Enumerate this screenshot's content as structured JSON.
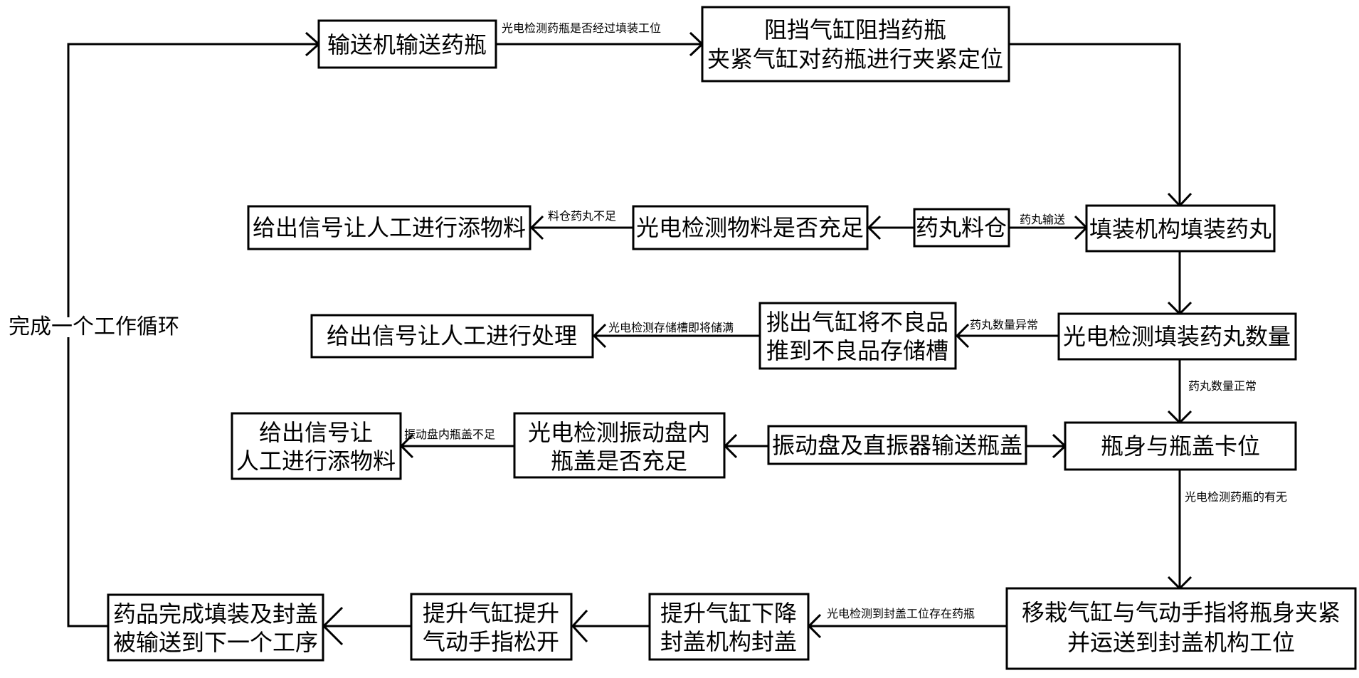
{
  "nodes": {
    "conveyor": [
      "输送机输送药瓶"
    ],
    "clamp": [
      "阻挡气缸阻挡药瓶",
      "夹紧气缸对药瓶进行夹紧定位"
    ],
    "signal_feed": [
      "给出信号让人工进行添物料"
    ],
    "detect_material": [
      "光电检测物料是否充足"
    ],
    "pill_bin": [
      "药丸料仓"
    ],
    "filling": [
      "填装机构填装药丸"
    ],
    "signal_process": [
      "给出信号让人工进行处理"
    ],
    "reject": [
      "挑出气缸将不良品",
      "推到不良品存储槽"
    ],
    "detect_count": [
      "光电检测填装药丸数量"
    ],
    "signal_cap": [
      "给出信号让",
      "人工进行添物料"
    ],
    "detect_cap": [
      "光电检测振动盘内",
      "瓶盖是否充足"
    ],
    "vibrator": [
      "振动盘及直振器输送瓶盖"
    ],
    "cap_position": [
      "瓶身与瓶盖卡位"
    ],
    "finish": [
      "药品完成填装及封盖",
      "被输送到下一个工序"
    ],
    "lift_release": [
      "提升气缸提升",
      "气动手指松开"
    ],
    "lower_seal": [
      "提升气缸下降",
      "封盖机构封盖"
    ],
    "transfer": [
      "移栽气缸与气动手指将瓶身夹紧",
      "并运送到封盖机构工位"
    ]
  },
  "edge_labels": {
    "conveyor_to_clamp": "光电检测药瓶是否经过填装工位",
    "bin_shortage": "料仓药丸不足",
    "pill_feed": "药丸输送",
    "storage_full": "光电检测存储槽即将储满",
    "count_abnormal": "药丸数量异常",
    "count_normal": "药丸数量正常",
    "cap_shortage": "振动盘内瓶盖不足",
    "bottle_presence": "光电检测药瓶的有无",
    "bottle_at_seal": "光电检测到封盖工位存在药瓶"
  },
  "side_label": "完成一个工作循环"
}
